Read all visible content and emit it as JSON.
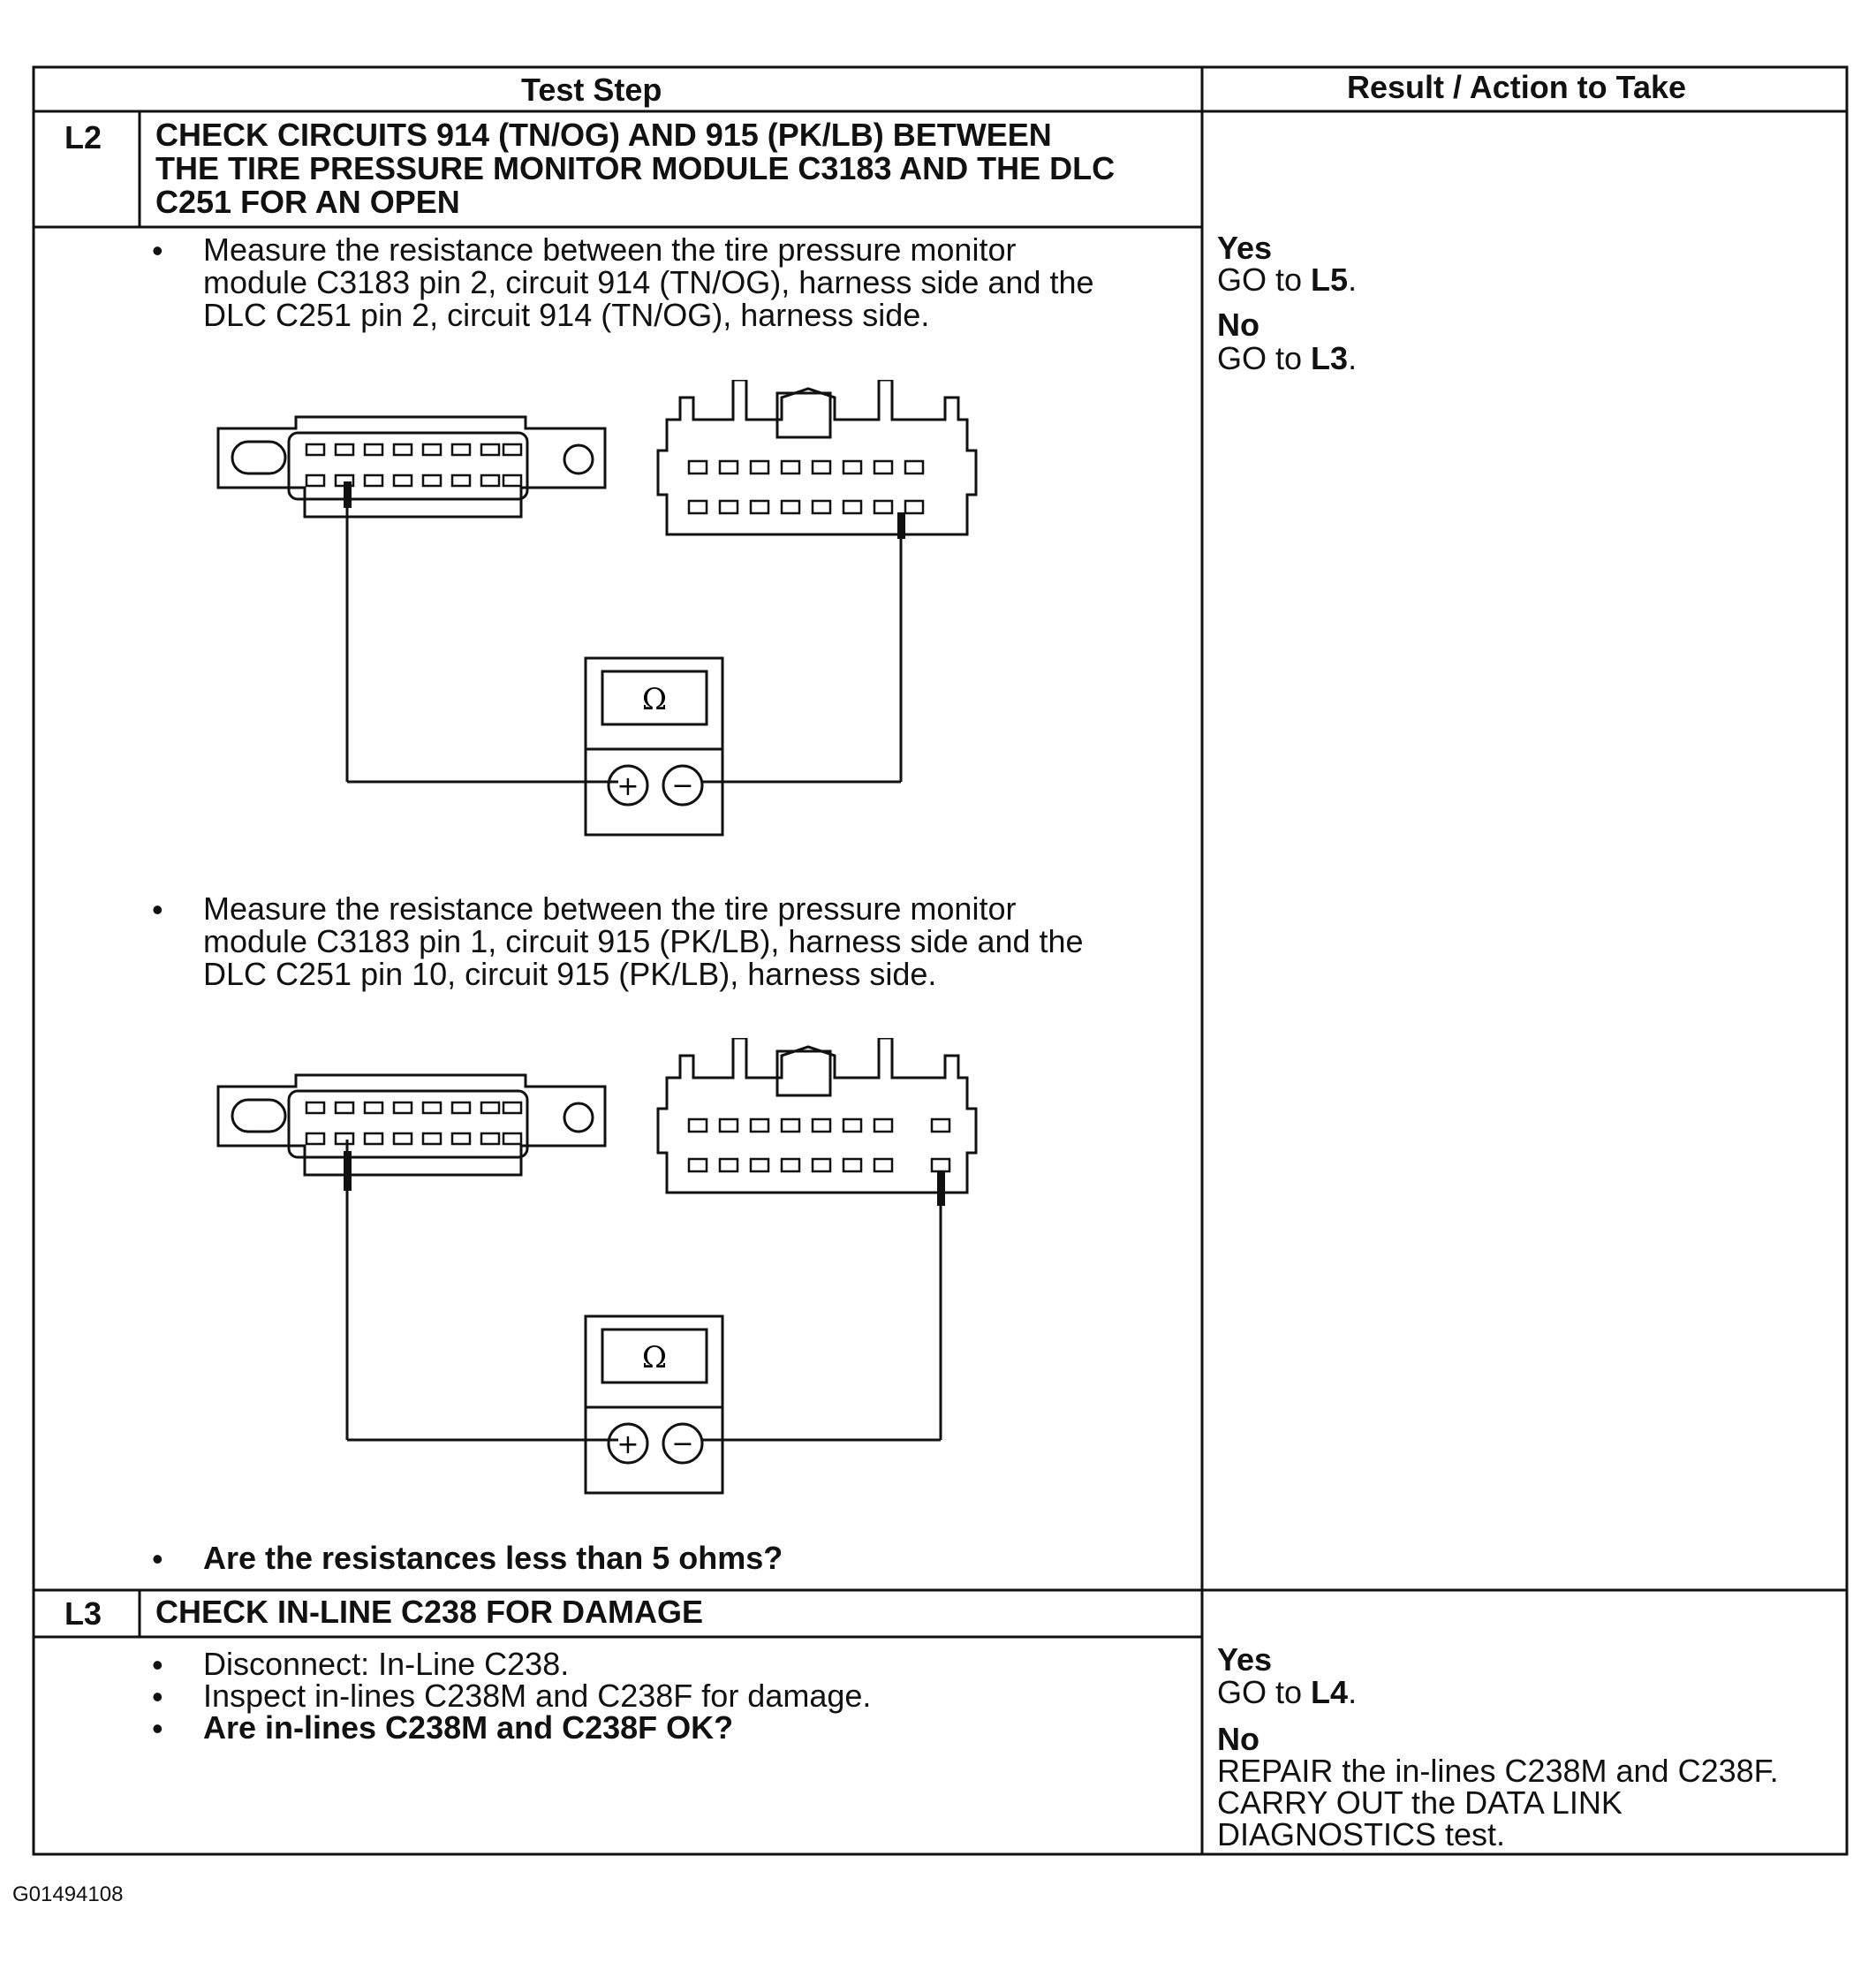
{
  "table": {
    "header_step": "Test Step",
    "header_result": "Result / Action to Take"
  },
  "steps": [
    {
      "id": "L2",
      "title_lines": [
        "CHECK CIRCUITS 914 (TN/OG) AND 915 (PK/LB) BETWEEN",
        "THE TIRE PRESSURE MONITOR MODULE C3183 AND THE DLC",
        "C251 FOR AN OPEN"
      ],
      "bullet1_lines": [
        "Measure the resistance between the tire pressure monitor",
        "module C3183 pin 2, circuit 914 (TN/OG), harness side and the",
        "DLC C251 pin 2, circuit 914 (TN/OG), harness side."
      ],
      "bullet2_lines": [
        "Measure the resistance between the tire pressure monitor",
        "module C3183 pin 1, circuit 915 (PK/LB), harness side and the",
        "DLC C251 pin 10, circuit 915 (PK/LB), harness side."
      ],
      "question": "Are the resistances less than 5 ohms?",
      "result": {
        "yes_label": "Yes",
        "yes_action": "GO to",
        "yes_target": "L5",
        "no_label": "No",
        "no_action": "GO to",
        "no_target": "L3"
      }
    },
    {
      "id": "L3",
      "title": "CHECK IN-LINE C238 FOR DAMAGE",
      "bullets": [
        "Disconnect: In-Line C238.",
        "Inspect in-lines C238M and C238F for damage."
      ],
      "question": "Are in-lines C238M and C238F OK?",
      "result": {
        "yes_label": "Yes",
        "yes_action": "GO to",
        "yes_target": "L4",
        "no_label": "No",
        "no_lines": [
          "REPAIR the in-lines C238M and C238F.",
          "CARRY OUT the DATA LINK",
          "DIAGNOSTICS test."
        ]
      }
    }
  ],
  "diagram": {
    "meter_symbol": "Ω",
    "plus_symbol": "+",
    "minus_symbol": "−"
  },
  "footer_code": "G01494108"
}
